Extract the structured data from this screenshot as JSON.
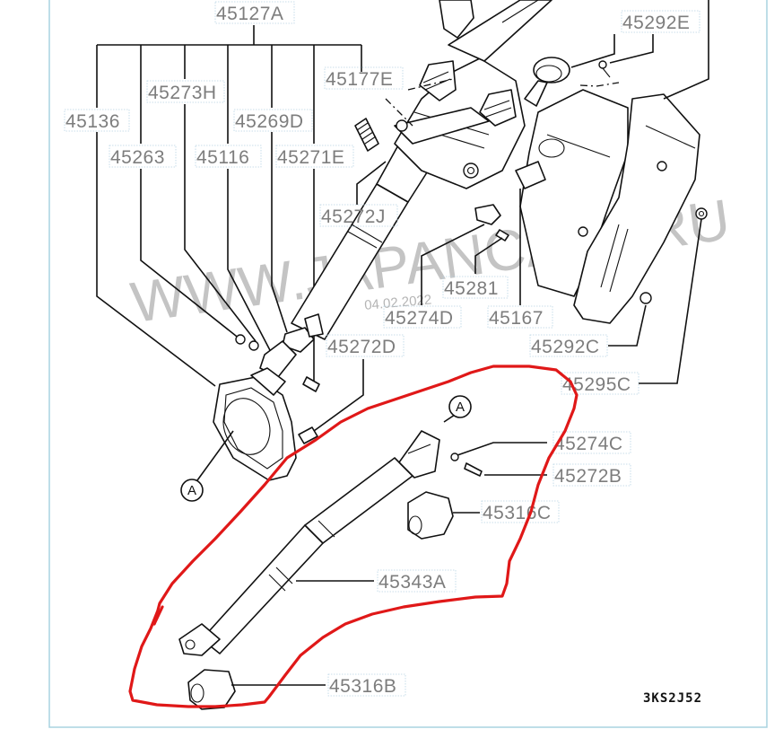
{
  "diagram": {
    "title_code": "3KS2J52",
    "watermark": "WWW.JAPANCATS.RU",
    "date_stamp": "04.02.2022",
    "reference_marker": "A",
    "annotation_color": "#e01818",
    "labels": {
      "p45127A": "45127A",
      "p45136": "45136",
      "p45273H": "45273H",
      "p45263": "45263",
      "p45116": "45116",
      "p45269D": "45269D",
      "p45271E": "45271E",
      "p45177E": "45177E",
      "p45292E": "45292E",
      "p45272J": "45272J",
      "p45281": "45281",
      "p45274D": "45274D",
      "p45167": "45167",
      "p45272D": "45272D",
      "p45292C": "45292C",
      "p45295C": "45295C",
      "p45274C": "45274C",
      "p45272B": "45272B",
      "p45316C": "45316C",
      "p45343A": "45343A",
      "p45316B": "45316B"
    }
  }
}
